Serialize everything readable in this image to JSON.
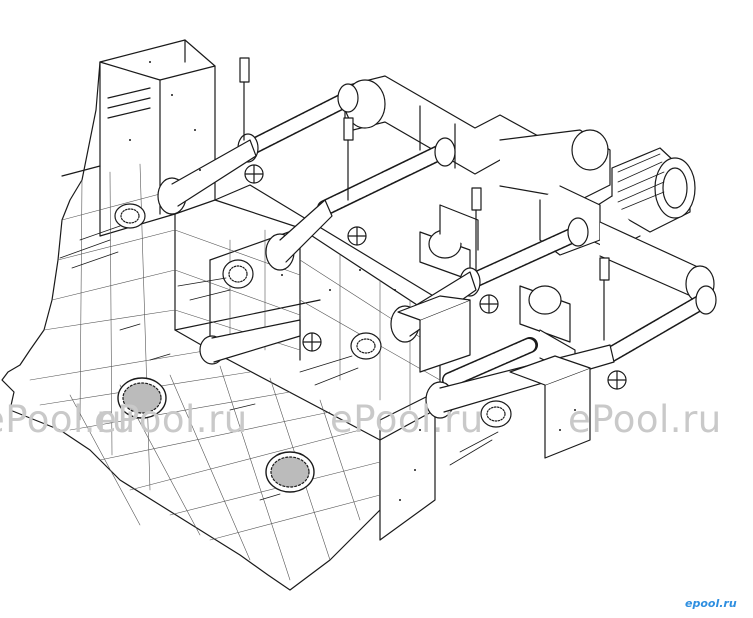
{
  "watermarks": [
    "ePool.ru",
    "ePool.ru",
    "ePool.ru",
    "ePool.ru"
  ],
  "brand_logo": "epool.ru",
  "colors": {
    "line": "#1a1a1a",
    "watermark": "#c9c9c9",
    "brand": "#2f8fe0"
  }
}
